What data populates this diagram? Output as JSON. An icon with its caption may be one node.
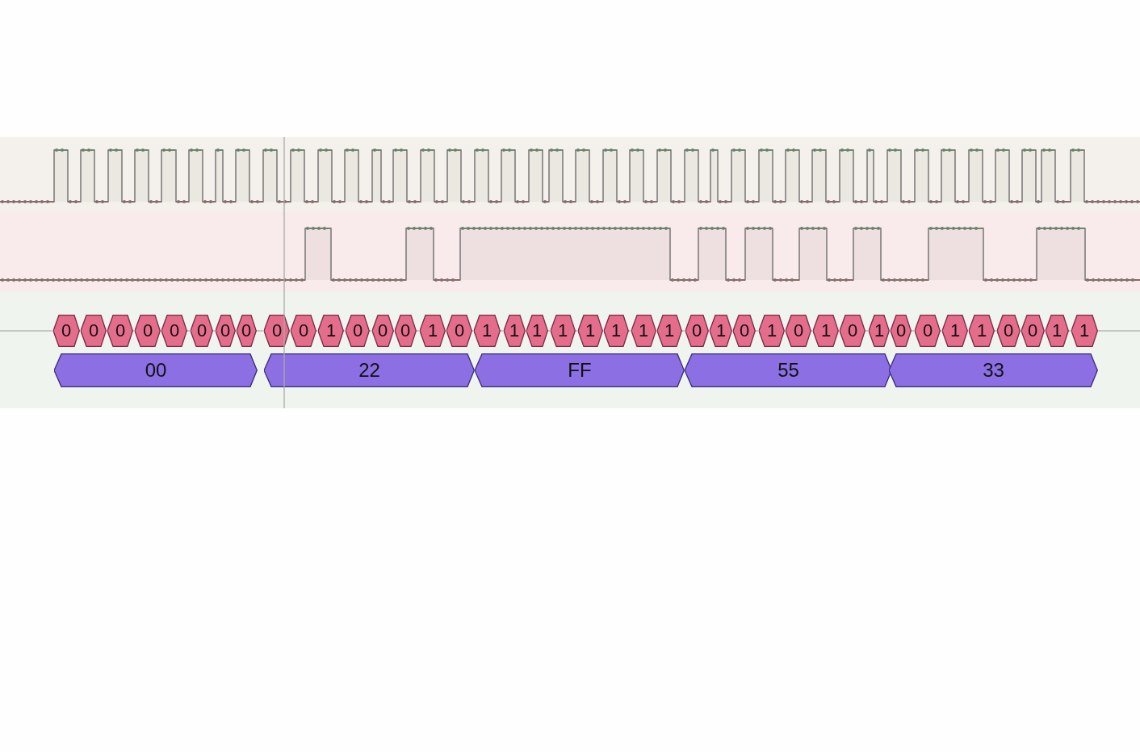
{
  "diagram": {
    "nodes": [
      {
        "text": [
          "0"
        ]
      },
      {
        "text": [
          "0"
        ]
      },
      {
        "text": [
          "0"
        ]
      },
      {
        "text": [
          "0"
        ]
      },
      {
        "text": [
          "0"
        ]
      },
      {
        "text": [
          "0"
        ]
      },
      {
        "text": [
          "0"
        ]
      },
      {
        "text": [
          "0"
        ]
      },
      {
        "text": [
          "0"
        ]
      },
      {
        "text": [
          "0"
        ]
      },
      {
        "text": [
          "1"
        ]
      },
      {
        "text": [
          "0"
        ]
      },
      {
        "text": [
          "0"
        ]
      },
      {
        "text": [
          "0"
        ]
      },
      {
        "text": [
          "1"
        ]
      },
      {
        "text": [
          "0"
        ]
      },
      {
        "text": [
          "1"
        ]
      },
      {
        "text": [
          "1"
        ]
      },
      {
        "text": [
          "1"
        ]
      },
      {
        "text": [
          "1"
        ]
      },
      {
        "text": [
          "1"
        ]
      },
      {
        "text": [
          "1"
        ]
      },
      {
        "text": [
          "1"
        ]
      },
      {
        "text": [
          "1"
        ]
      },
      {
        "text": [
          "0"
        ]
      },
      {
        "text": [
          "1"
        ]
      },
      {
        "text": [
          "0"
        ]
      },
      {
        "text": [
          "1"
        ]
      },
      {
        "text": [
          "0"
        ]
      },
      {
        "text": [
          "1"
        ]
      },
      {
        "text": [
          "0"
        ]
      },
      {
        "text": [
          "1"
        ]
      },
      {
        "text": [
          "0"
        ]
      },
      {
        "text": [
          "0"
        ]
      },
      {
        "text": [
          "1"
        ]
      },
      {
        "text": [
          "1"
        ]
      },
      {
        "text": [
          "0"
        ]
      },
      {
        "text": [
          "0"
        ]
      },
      {
        "text": [
          "1"
        ]
      },
      {
        "text": [
          "1"
        ]
      },
      {
        "text": [
          "00"
        ]
      },
      {
        "text": [
          "22"
        ]
      },
      {
        "text": [
          "FF"
        ]
      },
      {
        "text": [
          "55"
        ]
      },
      {
        "text": [
          "33"
        ]
      }
    ],
    "edges": []
  }
}
